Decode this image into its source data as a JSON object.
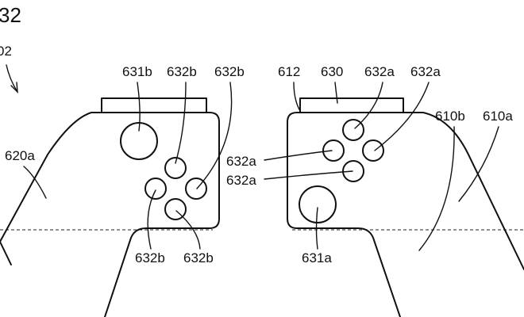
{
  "figure": {
    "number": "32",
    "ref_label": "02"
  },
  "left_controller": {
    "body_label": "620a",
    "stick_label": "631b",
    "buttons_top_labels": [
      "632b",
      "632b"
    ],
    "buttons_bottom_labels": [
      "632b",
      "632b"
    ]
  },
  "right_controller": {
    "rail_label": "612",
    "top_label": "630",
    "buttons_top_labels": [
      "632a",
      "632a"
    ],
    "buttons_left_labels": [
      "632a",
      "632a"
    ],
    "stick_label": "631a",
    "body_labels": [
      "610b",
      "610a"
    ]
  }
}
